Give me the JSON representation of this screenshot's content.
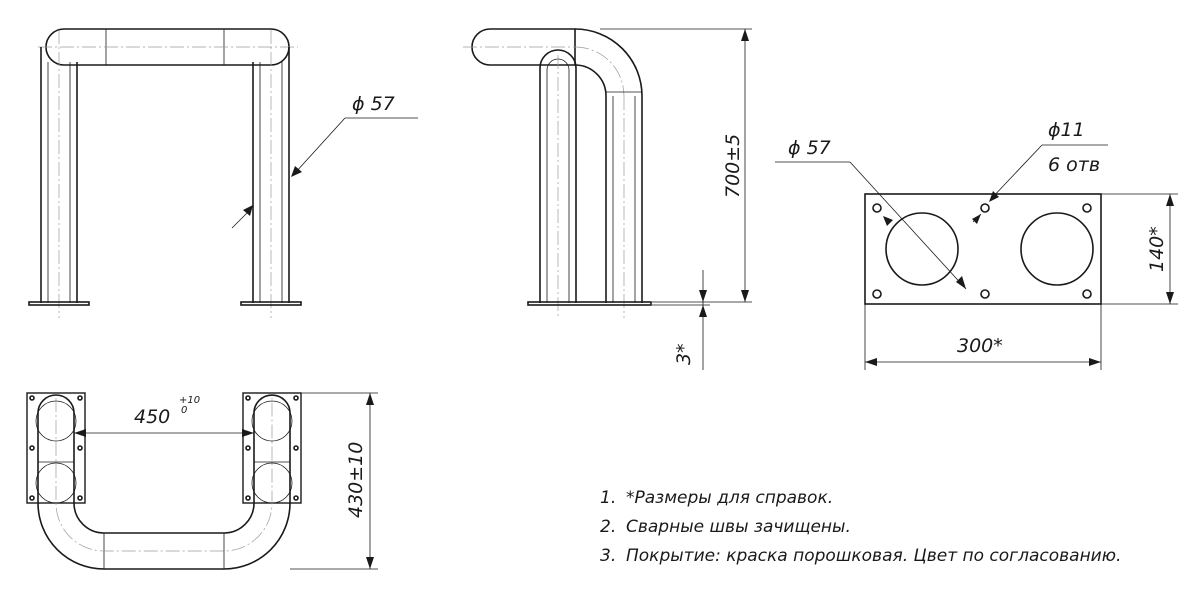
{
  "dimensions": {
    "pipe_diameter_front": "ϕ 57",
    "pipe_diameter_plate": "ϕ 57",
    "hole_diameter": "ϕ11",
    "hole_count": "6 отв",
    "height": "700±5",
    "gap": "3*",
    "plate_height": "140*",
    "plate_width": "300*",
    "span": "450",
    "span_tol_upper": "+10",
    "span_tol_lower": "0",
    "depth": "430±10"
  },
  "notes": [
    {
      "num": "1.",
      "text": "*Размеры для справок."
    },
    {
      "num": "2.",
      "text": "Сварные швы зачищены."
    },
    {
      "num": "3.",
      "text": "Покрытие: краска порошковая. Цвет по согласованию."
    }
  ]
}
